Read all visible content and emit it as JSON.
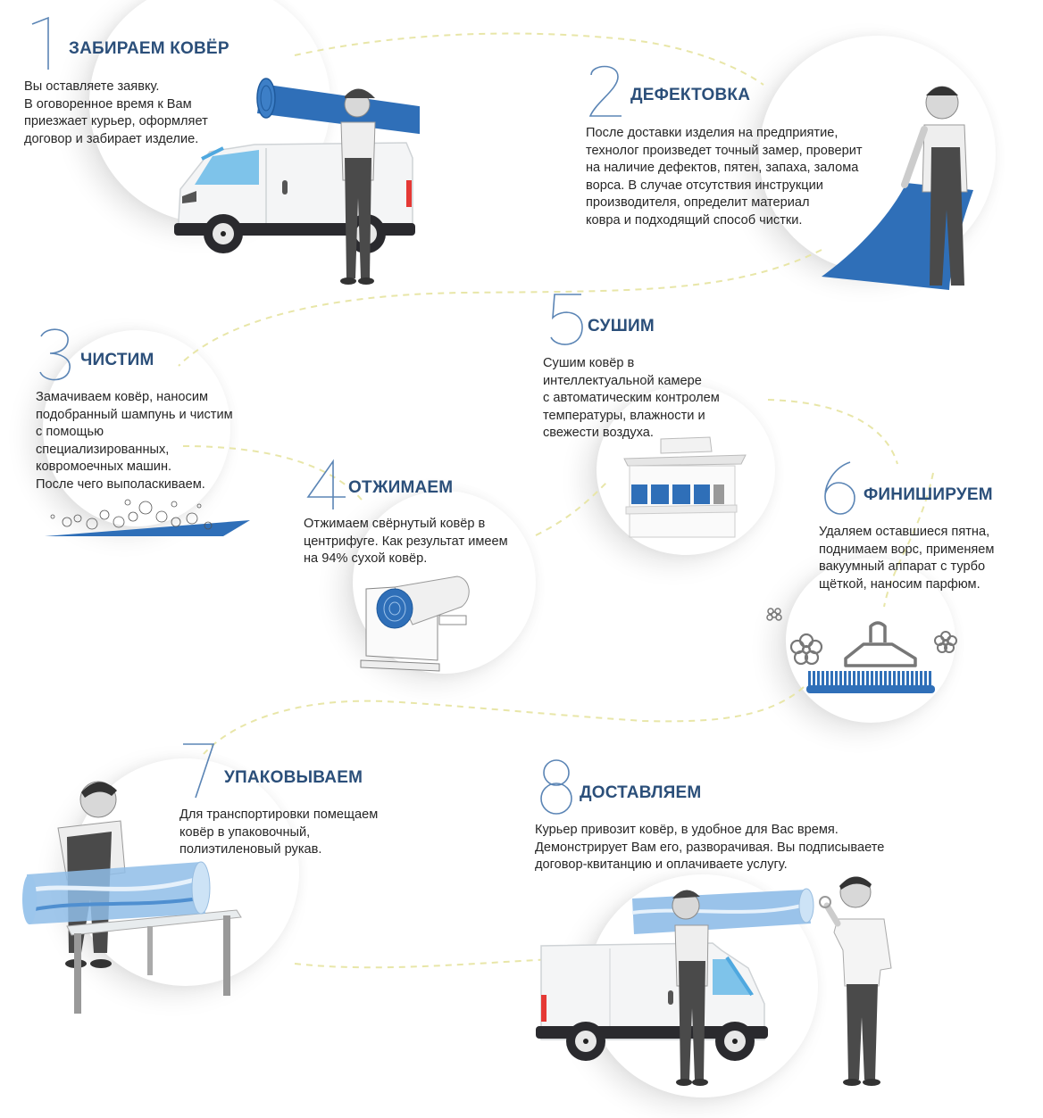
{
  "infographic": {
    "colors": {
      "accent_blue": "#2f6fb8",
      "title_blue": "#2b4f7a",
      "number_blue": "#5b85b5",
      "dashed_path": "#e8e6a8",
      "text": "#262626"
    },
    "steps": [
      {
        "number": "1",
        "title": "ЗАБИРАЕМ КОВЁР",
        "lines": [
          "Вы оставляете заявку.",
          "В оговоренное время к Вам",
          "приезжает курьер, оформляет",
          "договор и забирает изделие."
        ],
        "illustration": "courier-with-carpet-and-van"
      },
      {
        "number": "2",
        "title": "ДЕФЕКТОВКА",
        "lines": [
          "После доставки изделия на предприятие,",
          "технолог произведет точный замер, проверит",
          "на наличие дефектов, пятен, запаха, залома",
          "ворса. В случае отсутствия инструкции",
          "производителя, определит материал",
          "ковра и подходящий способ чистки."
        ],
        "illustration": "technician-inspecting-carpet"
      },
      {
        "number": "3",
        "title": "ЧИСТИМ",
        "lines": [
          "Замачиваем ковёр, наносим",
          "подобранный шампунь и чистим",
          "с помощью",
          "специализированных,",
          "ковромоечных машин.",
          "После чего выполаскиваем."
        ],
        "illustration": "carpet-with-foam"
      },
      {
        "number": "4",
        "title": "ОТЖИМАЕМ",
        "lines": [
          "Отжимаем свёрнутый ковёр в",
          "центрифуге. Как результат имеем",
          "на 94% сухой ковёр."
        ],
        "illustration": "centrifuge-machine"
      },
      {
        "number": "5",
        "title": "СУШИМ",
        "lines": [
          "Сушим ковёр в",
          "интеллектуальной камере",
          "с автоматическим контролем",
          "температуры, влажности и",
          "свежести воздуха."
        ],
        "illustration": "drying-chamber"
      },
      {
        "number": "6",
        "title": "ФИНИШИРУЕМ",
        "lines": [
          "Удаляем оставшиеся пятна,",
          "поднимаем ворс, применяем",
          "вакуумный аппарат с турбо",
          "щёткой, наносим парфюм."
        ],
        "illustration": "vacuum-brush-with-flowers"
      },
      {
        "number": "7",
        "title": "УПАКОВЫВАЕМ",
        "lines": [
          "Для транспортировки помещаем",
          "ковёр в упаковочный,",
          "полиэтиленовый рукав."
        ],
        "illustration": "worker-wrapping-carpet-on-table"
      },
      {
        "number": "8",
        "title": "ДОСТАВЛЯЕМ",
        "lines": [
          "Курьер привозит ковёр, в удобное для Вас время.",
          "Демонстрирует Вам его, разворачивая. Вы подписываете",
          "договор-квитанцию и оплачиваете услугу."
        ],
        "illustration": "courier-delivering-to-customer"
      }
    ]
  }
}
